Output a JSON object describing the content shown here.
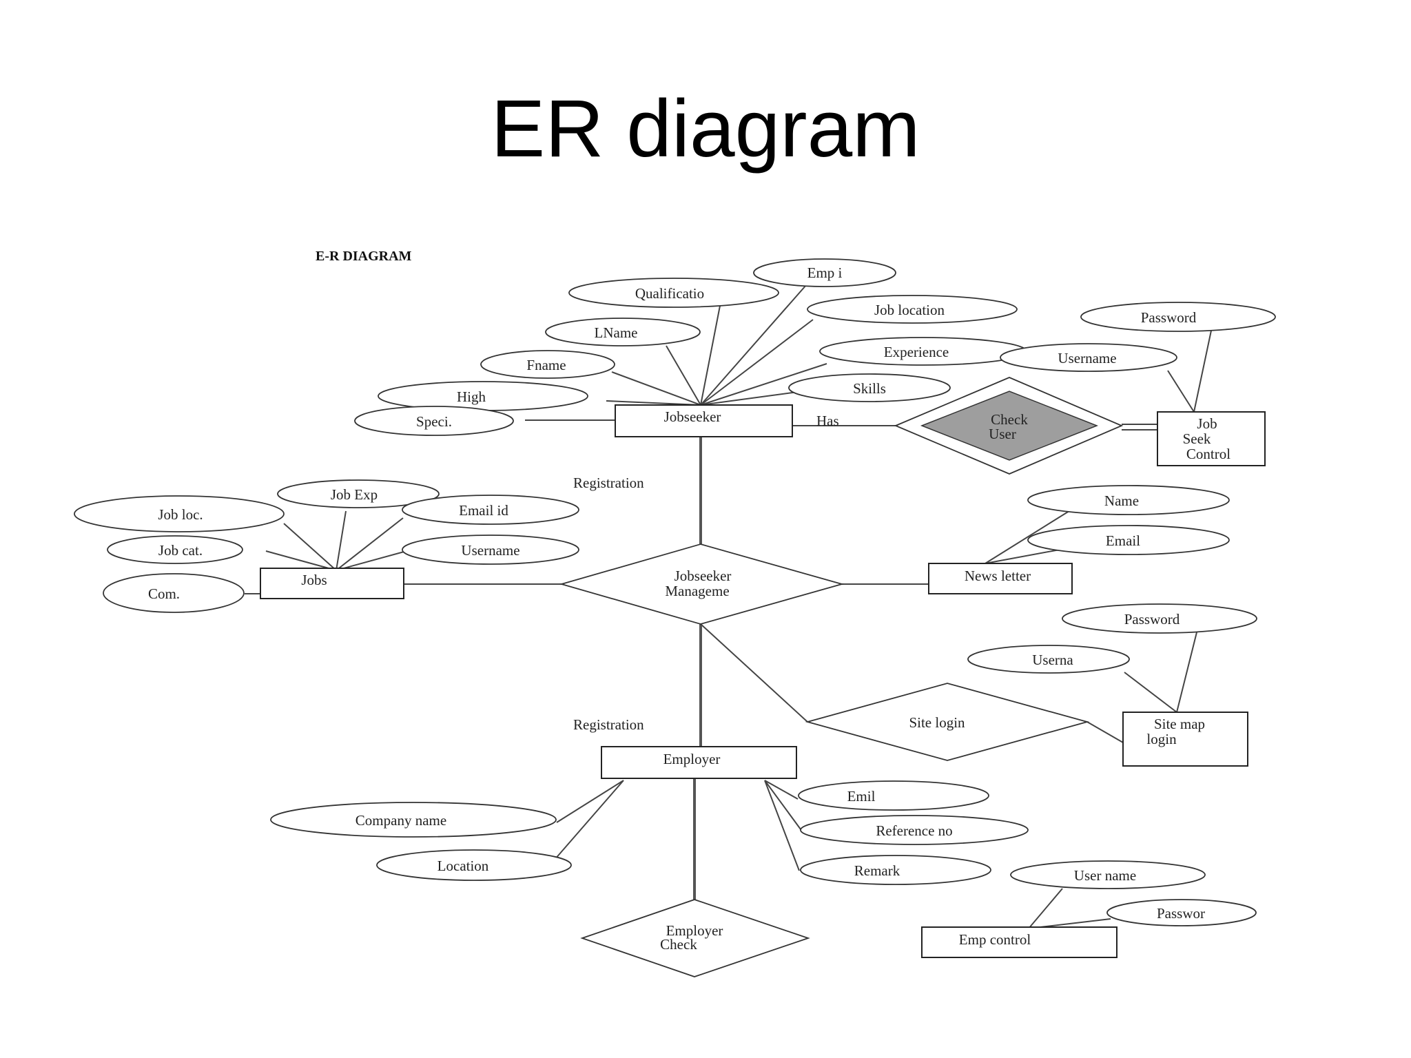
{
  "title": "ER diagram",
  "header": "E-R DIAGRAM",
  "entities": {
    "jobseeker": "Jobseeker",
    "jobs": "Jobs",
    "news_letter": "News letter",
    "employer": "Employer",
    "emp_control": "Emp control",
    "job_seek_control": [
      "Job",
      "Seek",
      "Control"
    ],
    "site_map_login": [
      "Site map",
      "login"
    ]
  },
  "relationships": {
    "check_user": [
      "Check",
      "User"
    ],
    "jobseeker_management": [
      "Jobseeker",
      "Manageme"
    ],
    "site_login": "Site login",
    "employer_check": [
      "Employer",
      "Check"
    ]
  },
  "edge_labels": {
    "has": "Has",
    "registration_top": "Registration",
    "registration_bottom": "Registration"
  },
  "attributes": {
    "emp_i": "Emp i",
    "qualification": "Qualificatio",
    "job_location": "Job location",
    "lname": "LName",
    "experience": "Experience",
    "fname": "Fname",
    "skills": "Skills",
    "high": "High",
    "speci": "Speci.",
    "password_top": "Password",
    "username_top": "Username",
    "job_exp": "Job Exp",
    "job_loc": "Job loc.",
    "email_id": "Email id",
    "job_cat": "Job cat.",
    "username_jobs": "Username",
    "com": "Com.",
    "name": "Name",
    "email": "Email",
    "password_site": "Password",
    "userna": "Userna",
    "company_name": "Company name",
    "location": "Location",
    "emil": "Emil",
    "reference_no": "Reference no",
    "remark": "Remark",
    "user_name": "User name",
    "passwor": "Passwor"
  }
}
